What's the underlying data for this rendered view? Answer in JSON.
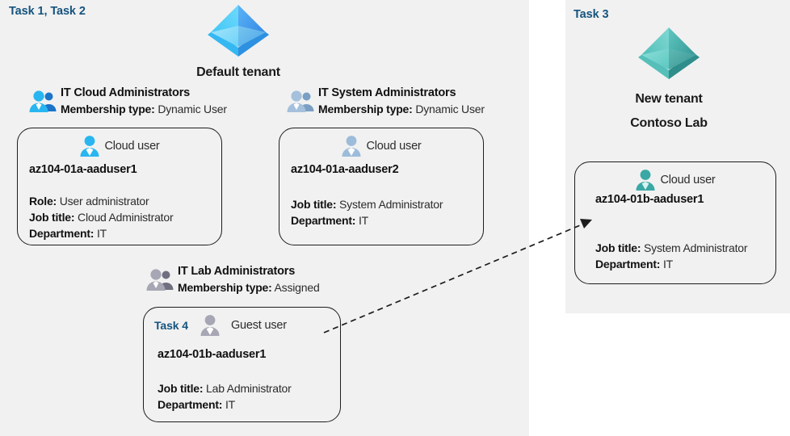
{
  "tasks": {
    "left_panel": "Task 1, Task 2",
    "right_panel": "Task 3",
    "guest_user_card": "Task 4"
  },
  "tenants": {
    "default": {
      "icon": "azure-ad-tenant-icon",
      "title": "Default tenant",
      "color": "#32a0f0"
    },
    "new": {
      "icon": "azure-ad-tenant-icon",
      "title_line1": "New  tenant",
      "title_line2": "Contoso Lab",
      "color": "#46b3ae"
    }
  },
  "groups": [
    {
      "id": "it-cloud-administrators",
      "name": "IT Cloud Administrators",
      "membership_label": "Membership type:",
      "membership_value": "Dynamic User",
      "icon": "group-users-icon",
      "icon_color": "#27a8e0"
    },
    {
      "id": "it-system-administrators",
      "name": "IT System Administrators",
      "membership_label": "Membership type:",
      "membership_value": "Dynamic User",
      "icon": "group-users-icon",
      "icon_color": "#9bb7d4"
    },
    {
      "id": "it-lab-administrators",
      "name": "IT Lab Administrators",
      "membership_label": "Membership type:",
      "membership_value": "Assigned",
      "icon": "group-users-icon",
      "icon_color": "#9a9aa8"
    }
  ],
  "users": [
    {
      "id": "az104-01a-aaduser1",
      "type": "Cloud user",
      "icon": "cloud-user-icon",
      "icon_color": "#29b6f0",
      "name": "az104-01a-aaduser1",
      "props": [
        {
          "label": "Role:",
          "value": "User administrator"
        },
        {
          "label": "Job title:",
          "value": "Cloud Administrator"
        },
        {
          "label": "Department:",
          "value": "IT"
        }
      ]
    },
    {
      "id": "az104-01a-aaduser2",
      "type": "Cloud user",
      "icon": "cloud-user-icon",
      "icon_color": "#94b4d6",
      "name": "az104-01a-aaduser2",
      "props": [
        {
          "label": "Job title:",
          "value": "System Administrator"
        },
        {
          "label": "Department:",
          "value": "IT"
        }
      ]
    },
    {
      "id": "az104-01b-aaduser1-guest",
      "type": "Guest user",
      "icon": "guest-user-icon",
      "icon_color": "#9a9aa8",
      "name": "az104-01b-aaduser1",
      "props": [
        {
          "label": "Job title:",
          "value": "Lab Administrator"
        },
        {
          "label": "Department:",
          "value": "IT"
        }
      ]
    },
    {
      "id": "az104-01b-aaduser1-cloud",
      "type": "Cloud user",
      "icon": "cloud-user-icon",
      "icon_color": "#3aa8a4",
      "name": "az104-01b-aaduser1",
      "props": [
        {
          "label": "Job title:",
          "value": "System Administrator"
        },
        {
          "label": "Department:",
          "value": "IT"
        }
      ]
    }
  ],
  "connector": {
    "style": "dashed-arrow",
    "from": "guest-user-card",
    "to": "new-tenant-cloud-user-card"
  },
  "colors": {
    "panel_background": "#f1f1f1",
    "task_label": "#15537e",
    "card_border": "#1d1d1d",
    "text": "#1a1a1a"
  }
}
